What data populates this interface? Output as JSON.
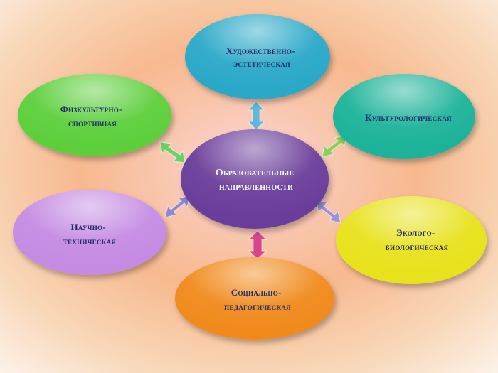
{
  "diagram": {
    "center": {
      "lines": [
        "Образовательные",
        "направленности"
      ],
      "color": "#6a3d9a"
    },
    "nodes": [
      {
        "id": "art",
        "lines": [
          "Художественно-",
          "эстетическая"
        ],
        "color": "#2aa8c8"
      },
      {
        "id": "culture",
        "lines": [
          "Культурологическая"
        ],
        "color": "#1fb39a"
      },
      {
        "id": "eco",
        "lines": [
          "Эколого-",
          "биологическая"
        ],
        "color": "#e8e21a"
      },
      {
        "id": "social",
        "lines": [
          "Социально-",
          "педагогическая"
        ],
        "color": "#f08a1c"
      },
      {
        "id": "science",
        "lines": [
          "Научно-",
          "техническая"
        ],
        "color": "#c58be3"
      },
      {
        "id": "sport",
        "lines": [
          "Физкультурно-",
          "спортивная"
        ],
        "color": "#5ccf3a"
      }
    ],
    "arrows": [
      {
        "id": "arrow-art",
        "color": "#5fb7d9"
      },
      {
        "id": "arrow-culture",
        "color": "#8ccf5a"
      },
      {
        "id": "arrow-eco",
        "color": "#9b95d8"
      },
      {
        "id": "arrow-social",
        "color": "#d8458a"
      },
      {
        "id": "arrow-science",
        "color": "#8f86d6"
      },
      {
        "id": "arrow-sport",
        "color": "#6ccf6a"
      }
    ]
  }
}
